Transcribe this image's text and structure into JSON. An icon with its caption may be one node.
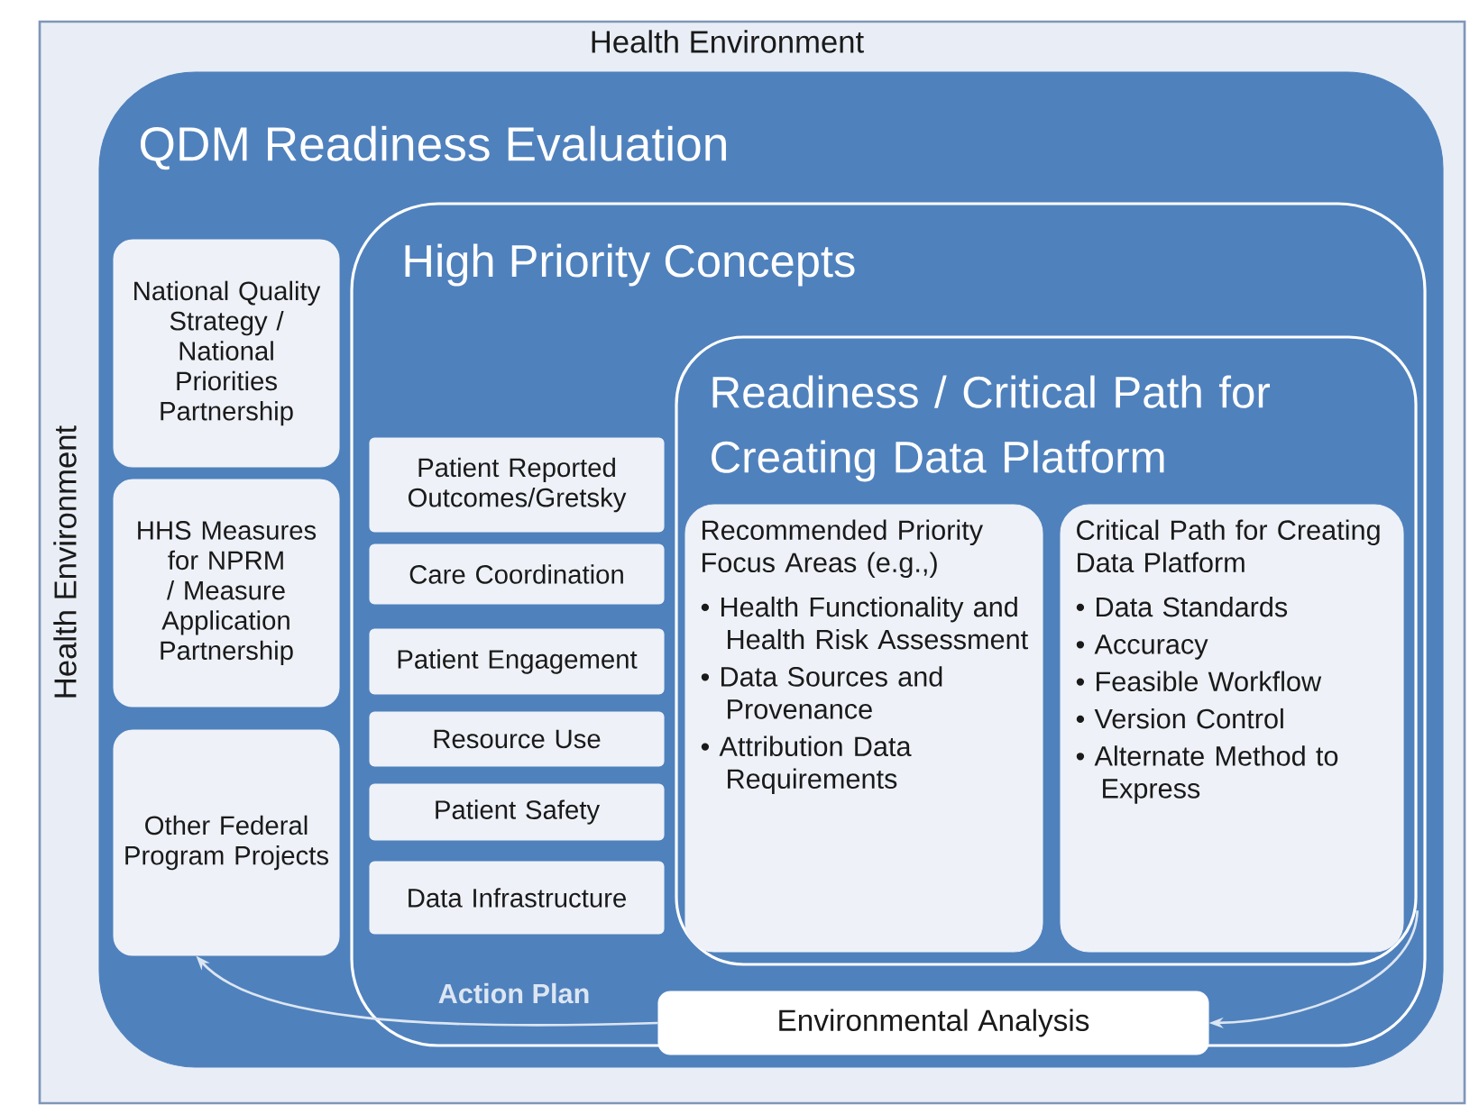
{
  "diagram": {
    "nodes": [
      {
        "text": [
          "Health Environment",
          "Health Environment"
        ]
      },
      {
        "text": [
          "QDM Readiness Evaluation"
        ],
        "in": 0
      },
      {
        "text": [
          "National Quality Strategy / National Priorities Partnership"
        ],
        "in": 1
      },
      {
        "text": [
          "HHS Measures for NPRM / Measure Application Partnership"
        ],
        "in": 1
      },
      {
        "text": [
          "Other Federal Program Projects"
        ],
        "in": 1
      },
      {
        "text": [
          "High Priority Concepts"
        ],
        "in": 1
      },
      {
        "text": [
          "Patient Reported Outcomes/Gretsky"
        ],
        "in": 5
      },
      {
        "text": [
          "Care Coordination"
        ],
        "in": 5
      },
      {
        "text": [
          "Patient Engagement"
        ],
        "in": 5
      },
      {
        "text": [
          "Resource Use"
        ],
        "in": 5
      },
      {
        "text": [
          "Patient Safety"
        ],
        "in": 5
      },
      {
        "text": [
          "Data Infrastructure"
        ],
        "in": 5
      },
      {
        "text": [
          "Readiness / Critical Path for Creating Data Platform"
        ],
        "in": 5
      },
      {
        "text": [
          "Recommended Priority Focus Areas (e.g.,)",
          "• Health Functionality and Health Risk Assessment",
          "• Data Sources and Provenance",
          "• Attribution Data Requirements"
        ],
        "in": 12
      },
      {
        "text": [
          "Critical Path for Creating Data Platform",
          "• Data Standards",
          "• Accuracy",
          "• Feasible Workflow",
          "• Version Control",
          "• Alternate Method to Express"
        ],
        "in": 12
      },
      {
        "text": [
          "Environmental Analysis"
        ],
        "in": 1
      }
    ],
    "edges": [
      {
        "from": 12,
        "to": 15,
        "arrow": "to"
      },
      {
        "from": 15,
        "to": 4,
        "arrow": "to",
        "label": "Action Plan"
      }
    ]
  }
}
